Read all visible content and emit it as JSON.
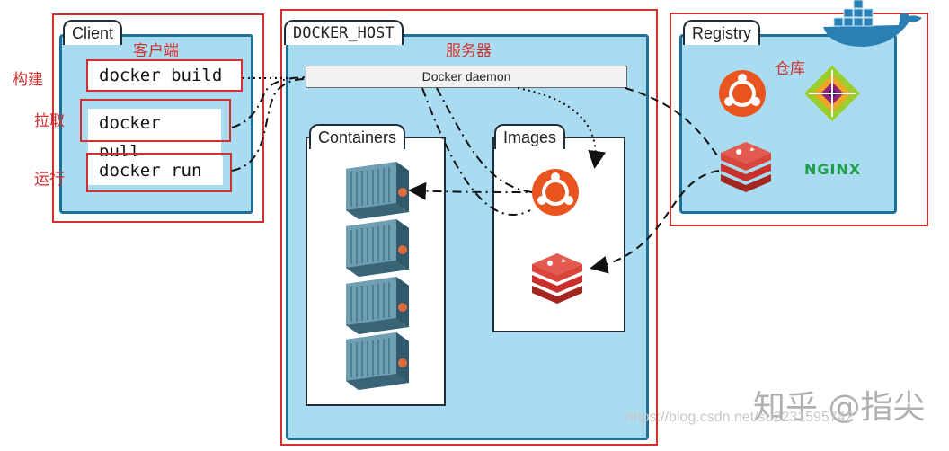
{
  "client": {
    "title": "Client",
    "cn_title": "客户端",
    "commands": [
      "docker build",
      "docker pull",
      "docker run"
    ],
    "cn_labels": [
      "构建",
      "拉取",
      "运行"
    ]
  },
  "host": {
    "title": "DOCKER_HOST",
    "cn_title": "服务器",
    "daemon": "Docker daemon",
    "containers_title": "Containers",
    "images_title": "Images"
  },
  "registry": {
    "title": "Registry",
    "cn_title": "仓库",
    "nginx_label": "NGINX"
  },
  "watermark": {
    "zhihu": "知乎 @指尖",
    "csdn": "https://blog.csdn.net/su2231595742"
  },
  "colors": {
    "annotation_red": "#d32f2f",
    "panel_blue": "#a9dcf0",
    "ubuntu_orange": "#e9541f",
    "redis_red": "#c9302c",
    "container_blue": "#5f8fa3"
  },
  "icons": [
    "docker-whale-icon",
    "ubuntu-icon",
    "centos-icon",
    "redis-icon",
    "nginx-icon",
    "container-icon"
  ]
}
